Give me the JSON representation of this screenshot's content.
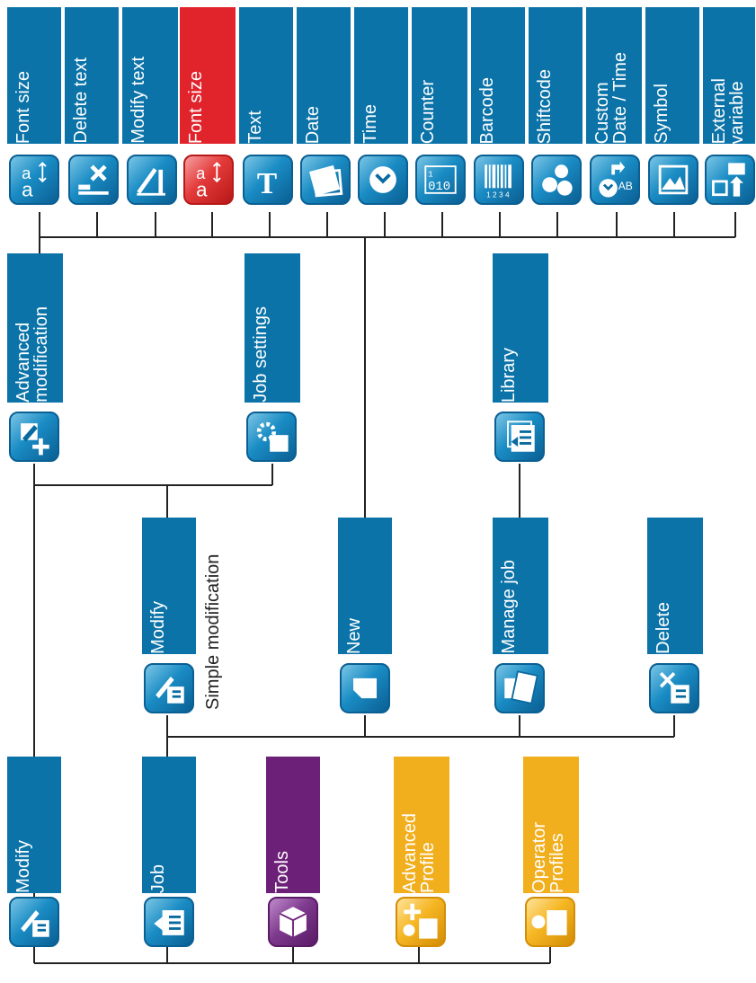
{
  "colors": {
    "blue": "#0b73a8",
    "red": "#e1232b",
    "purple": "#6d2077",
    "yellow": "#f1ae1d",
    "line": "#222222"
  },
  "top_row": [
    {
      "label": "Font size",
      "color": "blue",
      "icon": "font-size-icon"
    },
    {
      "label": "Delete text",
      "color": "blue",
      "icon": "delete-text-icon"
    },
    {
      "label": "Modify text",
      "color": "blue",
      "icon": "modify-text-icon"
    },
    {
      "label": "Font size",
      "color": "red",
      "icon": "font-size-icon"
    },
    {
      "label": "Text",
      "color": "blue",
      "icon": "text-icon"
    },
    {
      "label": "Date",
      "color": "blue",
      "icon": "calendar-icon"
    },
    {
      "label": "Time",
      "color": "blue",
      "icon": "clock-icon"
    },
    {
      "label": "Counter",
      "color": "blue",
      "icon": "counter-icon"
    },
    {
      "label": "Barcode",
      "color": "blue",
      "icon": "barcode-icon"
    },
    {
      "label": "Shiftcode",
      "color": "blue",
      "icon": "shiftcode-icon"
    },
    {
      "label": "Custom\nDate / Time",
      "color": "blue",
      "icon": "custom-date-time-icon"
    },
    {
      "label": "Symbol",
      "color": "blue",
      "icon": "symbol-icon"
    },
    {
      "label": "External\nvariable",
      "color": "blue",
      "icon": "external-variable-icon"
    }
  ],
  "middle": {
    "advanced_modification": "Advanced\nmodification",
    "job_settings": "Job settings",
    "library": "Library"
  },
  "job_level": {
    "modify": "Modify",
    "simple_note": "Simple modification",
    "new": "New",
    "manage_job": "Manage job",
    "delete": "Delete"
  },
  "bottom_row": [
    {
      "label": "Modify",
      "color": "blue",
      "icon": "modify-icon"
    },
    {
      "label": "Job",
      "color": "blue",
      "icon": "job-icon"
    },
    {
      "label": "Tools",
      "color": "purple",
      "icon": "tools-cube-icon"
    },
    {
      "label": "Advanced\nProfile",
      "color": "yellow",
      "icon": "advanced-profile-icon"
    },
    {
      "label": "Operator\nProfiles",
      "color": "yellow",
      "icon": "operator-profiles-icon"
    }
  ]
}
